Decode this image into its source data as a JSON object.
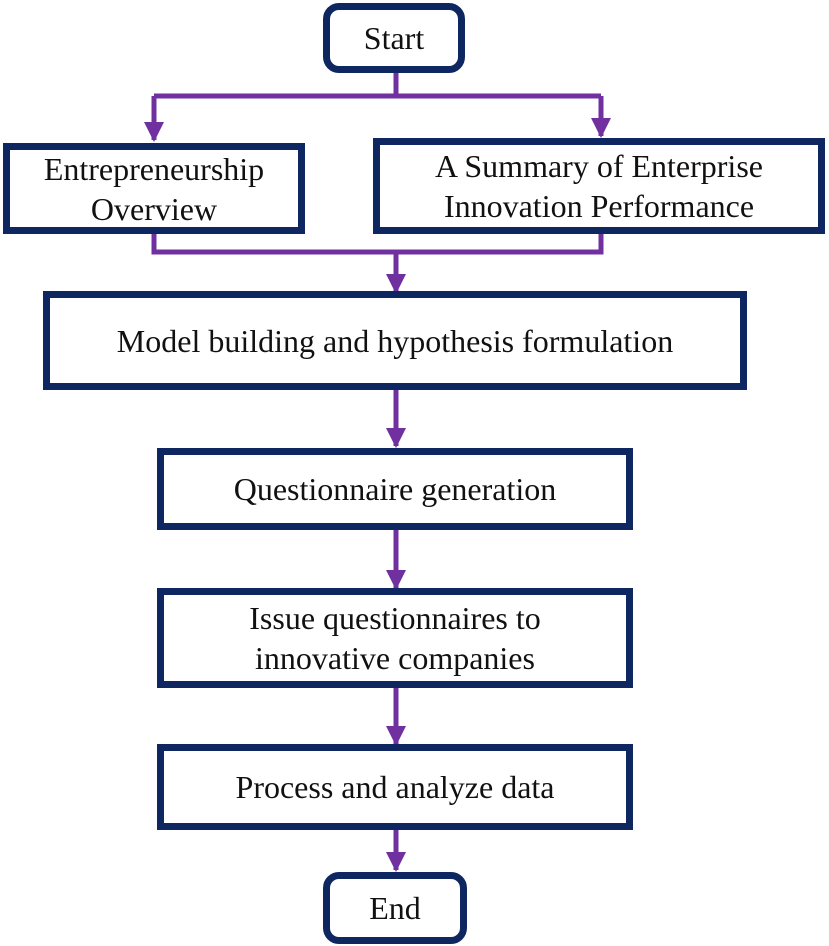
{
  "diagram": {
    "colors": {
      "box_border": "#0f2760",
      "arrow": "#7030a0",
      "text": "#111111"
    },
    "nodes": {
      "start": "Start",
      "entrepreneurship_line1": "Entrepreneurship",
      "entrepreneurship_line2": "Overview",
      "summary_line1": "A Summary of Enterprise",
      "summary_line2": "Innovation Performance",
      "model": "Model building and hypothesis formulation",
      "questionnaire": "Questionnaire generation",
      "issue_line1": "Issue questionnaires to",
      "issue_line2": "innovative companies",
      "process": "Process and analyze data",
      "end": "End"
    }
  }
}
